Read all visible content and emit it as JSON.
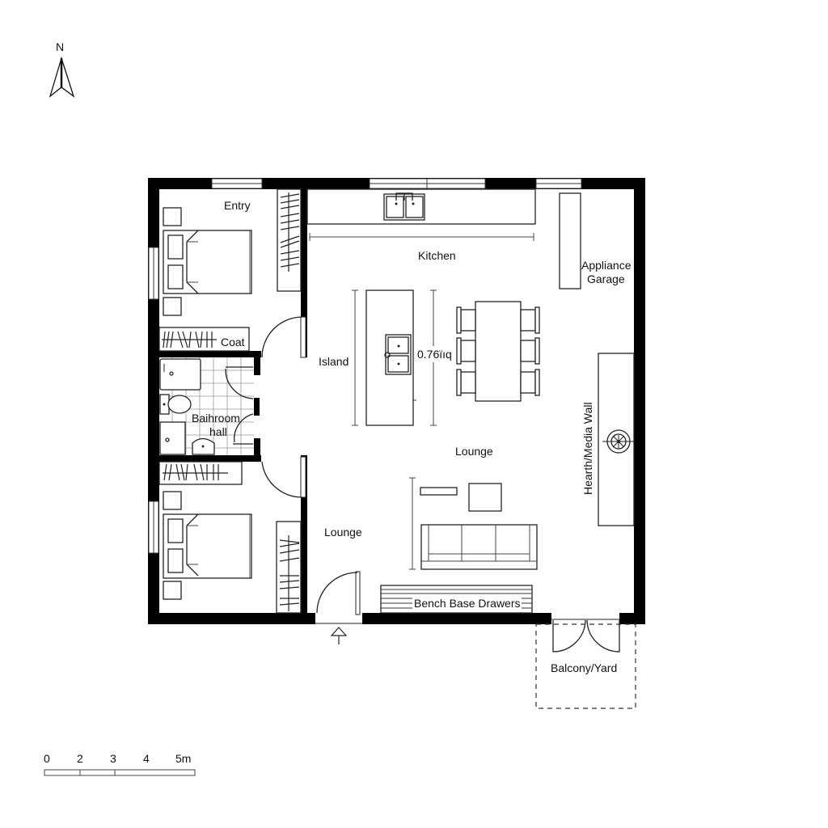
{
  "compass": {
    "label": "N",
    "icon": "north-arrow-icon"
  },
  "rooms": {
    "entry": "Entry",
    "coat": "Coat",
    "bathroom_line1": "Baihroom",
    "bathroom_line2": "hall",
    "kitchen": "Kitchen",
    "appliance_line1": "Appliance",
    "appliance_line2": "Garage",
    "island": "Island",
    "island_dimension": "0.76ïıq",
    "lounge_main": "Lounge",
    "lounge_west": "Lounge",
    "hearth": "Hearth/Media Wall",
    "bench": "Bench Base Drawers",
    "balcony": "Balcony/Yard"
  },
  "scale_bar": {
    "ticks": [
      "0",
      "2",
      "3",
      "4",
      "5m"
    ]
  },
  "colors": {
    "wall": "#000000",
    "line": "#222222",
    "background": "#ffffff"
  }
}
